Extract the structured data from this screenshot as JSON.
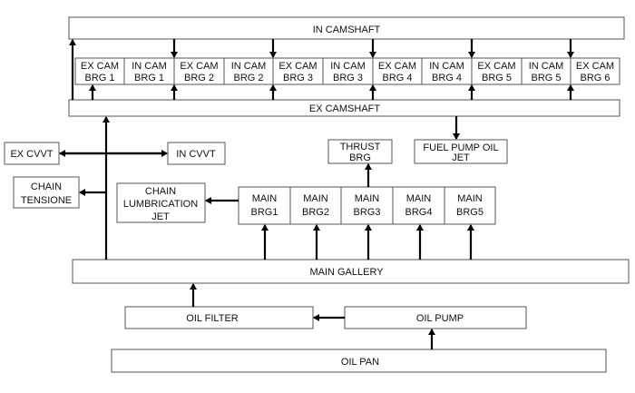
{
  "in_camshaft": "IN CAMSHAFT",
  "ex_camshaft": "EX CAMSHAFT",
  "cam_bearings": [
    [
      "EX CAM",
      "BRG 1"
    ],
    [
      "IN CAM",
      "BRG 1"
    ],
    [
      "EX CAM",
      "BRG 2"
    ],
    [
      "IN CAM",
      "BRG 2"
    ],
    [
      "EX CAM",
      "BRG 3"
    ],
    [
      "IN CAM",
      "BRG 3"
    ],
    [
      "EX CAM",
      "BRG 4"
    ],
    [
      "IN CAM",
      "BRG 4"
    ],
    [
      "EX CAM",
      "BRG 5"
    ],
    [
      "IN CAM",
      "BRG 5"
    ],
    [
      "EX CAM",
      "BRG 6"
    ]
  ],
  "ex_cvvt": "EX CVVT",
  "in_cvvt": "IN CVVT",
  "chain_tensioner": [
    "CHAIN",
    "TENSIONE"
  ],
  "chain_lubrication_jet": [
    "CHAIN",
    "LUMBRICATION",
    "JET"
  ],
  "thrust_brg": [
    "THRUST",
    "BRG"
  ],
  "fuel_pump_oil_jet": [
    "FUEL PUMP OIL",
    "JET"
  ],
  "main_bearings": [
    [
      "MAIN",
      "BRG1"
    ],
    [
      "MAIN",
      "BRG2"
    ],
    [
      "MAIN",
      "BRG3"
    ],
    [
      "MAIN",
      "BRG4"
    ],
    [
      "MAIN",
      "BRG5"
    ]
  ],
  "main_gallery": "MAIN GALLERY",
  "oil_filter": "OIL FILTER",
  "oil_pump": "OIL PUMP",
  "oil_pan": "OIL PAN"
}
